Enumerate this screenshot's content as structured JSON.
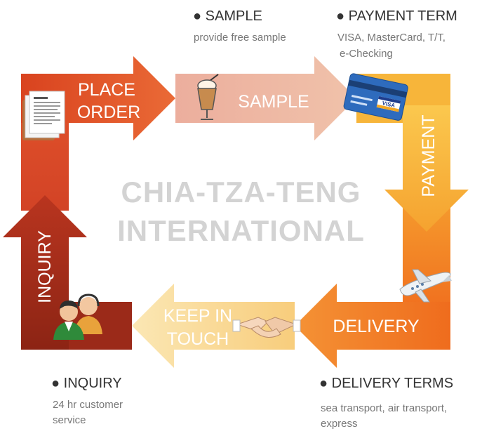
{
  "watermark": {
    "line1": "CHIA-TZA-TENG",
    "line2": "INTERNATIONAL"
  },
  "steps": {
    "place_order": {
      "line1": "PLACE",
      "line2": "ORDER"
    },
    "sample": "SAMPLE",
    "payment": "PAYMENT",
    "delivery": "DELIVERY",
    "keep_in_touch": {
      "line1": "KEEP IN",
      "line2": "TOUCH"
    },
    "inquiry": "INQUIRY"
  },
  "card_text": "VISA",
  "notes": {
    "sample": {
      "title": "● SAMPLE",
      "body": "provide free sample"
    },
    "payment_term": {
      "title": "● PAYMENT TERM",
      "line1": "VISA, MasterCard, T/T,",
      "line2": "e-Checking"
    },
    "inquiry": {
      "title": "● INQUIRY",
      "line1": "24 hr customer",
      "line2": "service"
    },
    "delivery_terms": {
      "title": "● DELIVERY TERMS",
      "line1": "sea transport, air transport,",
      "line2": "express"
    }
  },
  "icons": [
    "document-icon",
    "milkshake-icon",
    "credit-card-icon",
    "airplane-icon",
    "handshake-icon",
    "customer-service-icon"
  ],
  "colors": {
    "place_order": "#e4542c",
    "sample": "#eeb5a2",
    "payment": "#f6b23c",
    "delivery": "#f27a25",
    "keep_in_touch": "#f9dd96",
    "inquiry": "#a52d1d"
  }
}
